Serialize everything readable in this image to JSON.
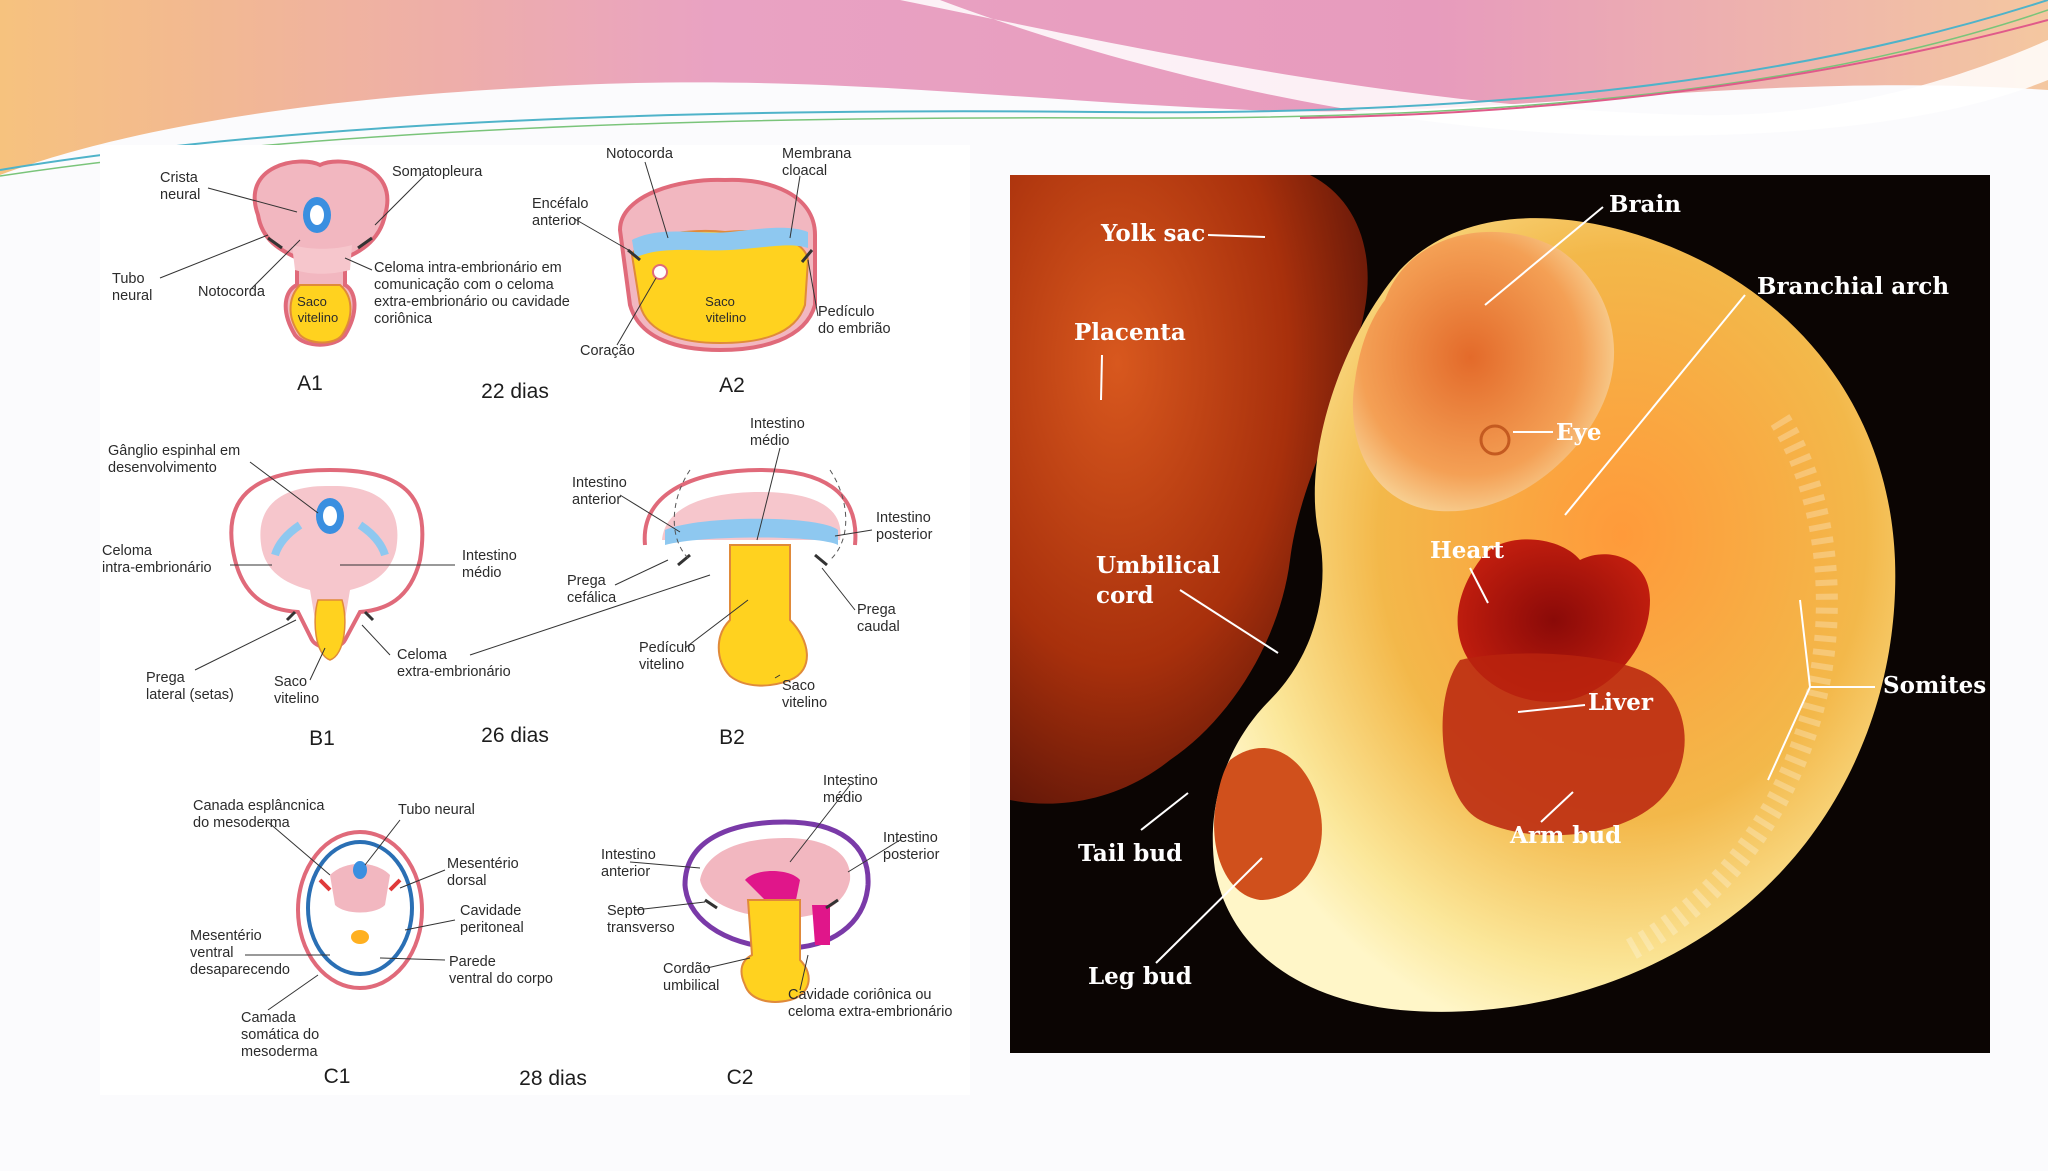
{
  "slide": {
    "banner_colors": [
      "#f2c6d3",
      "#f7d9a3",
      "#e48fb0",
      "#4fb3c9"
    ]
  },
  "left_figure": {
    "stages": {
      "d22": "22 dias",
      "d26": "26 dias",
      "d28": "28 dias"
    },
    "panels": {
      "a1": "A1",
      "a2": "A2",
      "b1": "B1",
      "b2": "B2",
      "c1": "C1",
      "c2": "C2"
    },
    "labels": {
      "crista_neural": [
        "Crista",
        "neural"
      ],
      "somatopleura": [
        "Somatopleura"
      ],
      "tubo_neural": [
        "Tubo",
        "neural"
      ],
      "notocorda_a1": [
        "Notocorda"
      ],
      "saco_vitelino_a1": [
        "Saco",
        "vitelino"
      ],
      "celoma_intra_a1": [
        "Celoma intra-embrionário em",
        "comunicação com o celoma",
        "extra-embrionário ou cavidade",
        "coriônica"
      ],
      "notocorda_a2": [
        "Notocorda"
      ],
      "membrana_cloacal": [
        "Membrana",
        "cloacal"
      ],
      "encefalo_anterior": [
        "Encéfalo",
        "anterior"
      ],
      "saco_vitelino_a2": [
        "Saco",
        "vitelino"
      ],
      "pediculo_embriao": [
        "Pedículo",
        "do embrião"
      ],
      "coracao": [
        "Coração"
      ],
      "ganglio_espinhal": [
        "Gânglio espinhal em",
        "desenvolvimento"
      ],
      "celoma_intra_b1": [
        "Celoma",
        "intra-embrionário"
      ],
      "intestino_medio_b1": [
        "Intestino",
        "médio"
      ],
      "prega_lateral": [
        "Prega",
        "lateral (setas)"
      ],
      "saco_vitelino_b1": [
        "Saco",
        "vitelino"
      ],
      "celoma_extra_b1": [
        "Celoma",
        "extra-embrionário"
      ],
      "intestino_medio_b2": [
        "Intestino",
        "médio"
      ],
      "intestino_anterior_b2": [
        "Intestino",
        "anterior"
      ],
      "intestino_posterior_b2": [
        "Intestino",
        "posterior"
      ],
      "prega_cefalica": [
        "Prega",
        "cefálica"
      ],
      "prega_caudal": [
        "Prega",
        "caudal"
      ],
      "pediculo_vitelino": [
        "Pedículo",
        "vitelino"
      ],
      "saco_vitelino_b2": [
        "Saco",
        "vitelino"
      ],
      "canada_esplancnica": [
        "Canada esplâncnica",
        "do mesoderma"
      ],
      "tubo_neural_c1": [
        "Tubo neural"
      ],
      "mesenterio_dorsal": [
        "Mesentério",
        "dorsal"
      ],
      "cavidade_peritoneal": [
        "Cavidade",
        "peritoneal"
      ],
      "mesenterio_ventral": [
        "Mesentério",
        "ventral",
        "desaparecendo"
      ],
      "parede_ventral": [
        "Parede",
        "ventral do corpo"
      ],
      "camada_somatica": [
        "Camada",
        "somática do",
        "mesoderma"
      ],
      "intestino_medio_c2": [
        "Intestino",
        "médio"
      ],
      "intestino_anterior_c2": [
        "Intestino",
        "anterior"
      ],
      "intestino_posterior_c2": [
        "Intestino",
        "posterior"
      ],
      "septo_transverso": [
        "Septo",
        "transverso"
      ],
      "cordao_umbilical": [
        "Cordão",
        "umbilical"
      ],
      "cavidade_corionica": [
        "Cavidade coriônica ou",
        "celoma extra-embrionário"
      ]
    }
  },
  "right_photo": {
    "labels": {
      "yolk_sac": [
        "Yolk sac"
      ],
      "placenta": [
        "Placenta"
      ],
      "brain": [
        "Brain"
      ],
      "branchial_arch": [
        "Branchial arch"
      ],
      "eye": [
        "Eye"
      ],
      "heart": [
        "Heart"
      ],
      "umbilical_cord": [
        "Umbilical",
        "cord"
      ],
      "somites": [
        "Somites"
      ],
      "liver": [
        "Liver"
      ],
      "tail_bud": [
        "Tail bud"
      ],
      "arm_bud": [
        "Arm bud"
      ],
      "leg_bud": [
        "Leg bud"
      ]
    }
  }
}
